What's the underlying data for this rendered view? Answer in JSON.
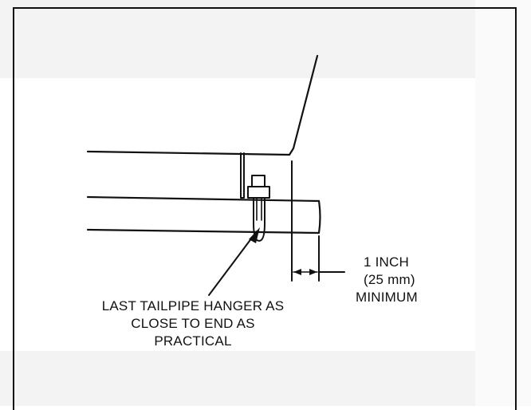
{
  "hanger_label": {
    "lines": [
      "LAST TAILPIPE HANGER AS",
      "CLOSE TO END AS",
      "PRACTICAL"
    ]
  },
  "clearance_label": {
    "lines": [
      "1 INCH",
      "(25 mm)",
      "MINIMUM"
    ]
  }
}
